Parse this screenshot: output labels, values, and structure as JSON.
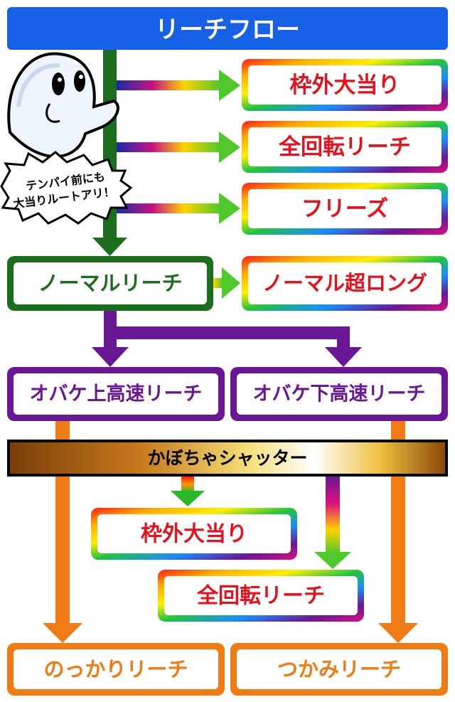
{
  "header": {
    "title": "リーチフロー"
  },
  "mascot": {
    "caption_line1": "テンパイ前にも",
    "caption_line2": "大当りルートアリ！"
  },
  "outcomes": {
    "waku_gai": "枠外大当り",
    "zenkaiten": "全回転リーチ",
    "freeze": "フリーズ"
  },
  "normal": {
    "label": "ノーマルリーチ",
    "long_label": "ノーマル超ロング"
  },
  "obake": {
    "up_label": "オバケ上高速リーチ",
    "down_label": "オバケ下高速リーチ"
  },
  "shutter": {
    "label": "かぼちゃシャッター"
  },
  "shutter_results": {
    "waku_gai": "枠外大当り",
    "zenkaiten": "全回転リーチ"
  },
  "final": {
    "nokkari": "のっかりリーチ",
    "tsukami": "つかみリーチ"
  },
  "colors": {
    "blue": "#1761e6",
    "green": "#1b6e1b",
    "purple": "#6a1796",
    "orange": "#f07a14",
    "red": "#e8101a"
  }
}
